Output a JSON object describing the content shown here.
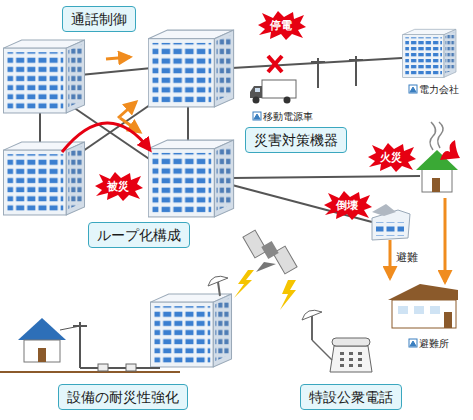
{
  "diagram": {
    "nodes": [
      {
        "text": [
          "通話制御"
        ]
      },
      {
        "text": [
          "停電"
        ]
      },
      {
        "text": [
          "災害対策機器"
        ]
      },
      {
        "text": [
          "火災"
        ]
      },
      {
        "text": [
          "被災"
        ]
      },
      {
        "text": [
          "倒壊"
        ]
      },
      {
        "text": [
          "ループ化構成"
        ]
      },
      {
        "text": [
          "設備の耐災性強化"
        ]
      },
      {
        "text": [
          "特設公衆電話"
        ]
      }
    ],
    "labels": [
      "移動電源車",
      "電力会社",
      "避難",
      "避難所"
    ]
  }
}
